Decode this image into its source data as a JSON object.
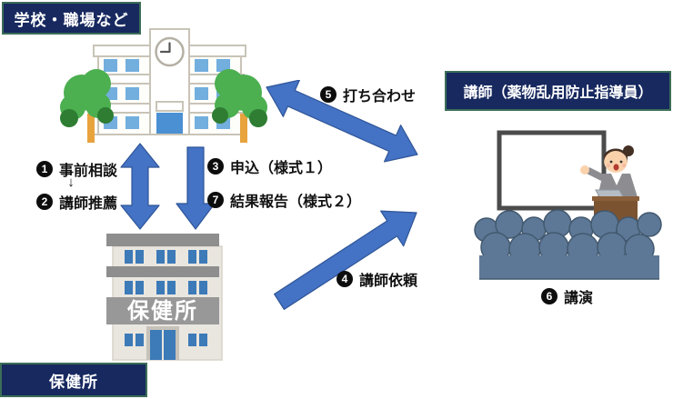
{
  "diagram": {
    "nodes": {
      "school": {
        "label": "学校・職場など"
      },
      "hokenjo": {
        "label": "保健所",
        "building_sign": "保健所"
      },
      "lecturer": {
        "label": "講師（薬物乱用防止指導員）"
      }
    },
    "steps": {
      "prior_consultation": {
        "num": "1",
        "label": "事前相談"
      },
      "lecturer_recommendation": {
        "num": "2",
        "label": "講師推薦"
      },
      "application": {
        "num": "3",
        "label": "申込（様式１）"
      },
      "lecturer_request": {
        "num": "4",
        "label": "講師依頼"
      },
      "meeting": {
        "num": "5",
        "label": "打ち合わせ"
      },
      "lecture": {
        "num": "6",
        "label": "講演"
      },
      "result_report": {
        "num": "7",
        "label": "結果報告（様式２）"
      }
    },
    "connector_glyph": "↓",
    "arrows": [
      {
        "name": "school-hokenjo-bidirectional",
        "direction": "both"
      },
      {
        "name": "school-hokenjo-down",
        "direction": "down"
      },
      {
        "name": "school-lecturer-bidirectional",
        "direction": "both"
      },
      {
        "name": "hokenjo-lecturer-up",
        "direction": "up-right"
      }
    ],
    "colors": {
      "label_box_navy": "#17295f",
      "label_box_border": "#3c6e58",
      "arrow_blue": "#4472c4",
      "arrow_outline": "#2f5597",
      "step_badge_black": "#0d0d0d",
      "school_window_blue": "#72aede",
      "hokenjo_window_blue": "#3d7ab8",
      "building_gray": "#8e8e8e",
      "audience_slate": "#5d7896",
      "tree_green": "#4CAF50",
      "podium_brown": "#7b5331"
    }
  }
}
